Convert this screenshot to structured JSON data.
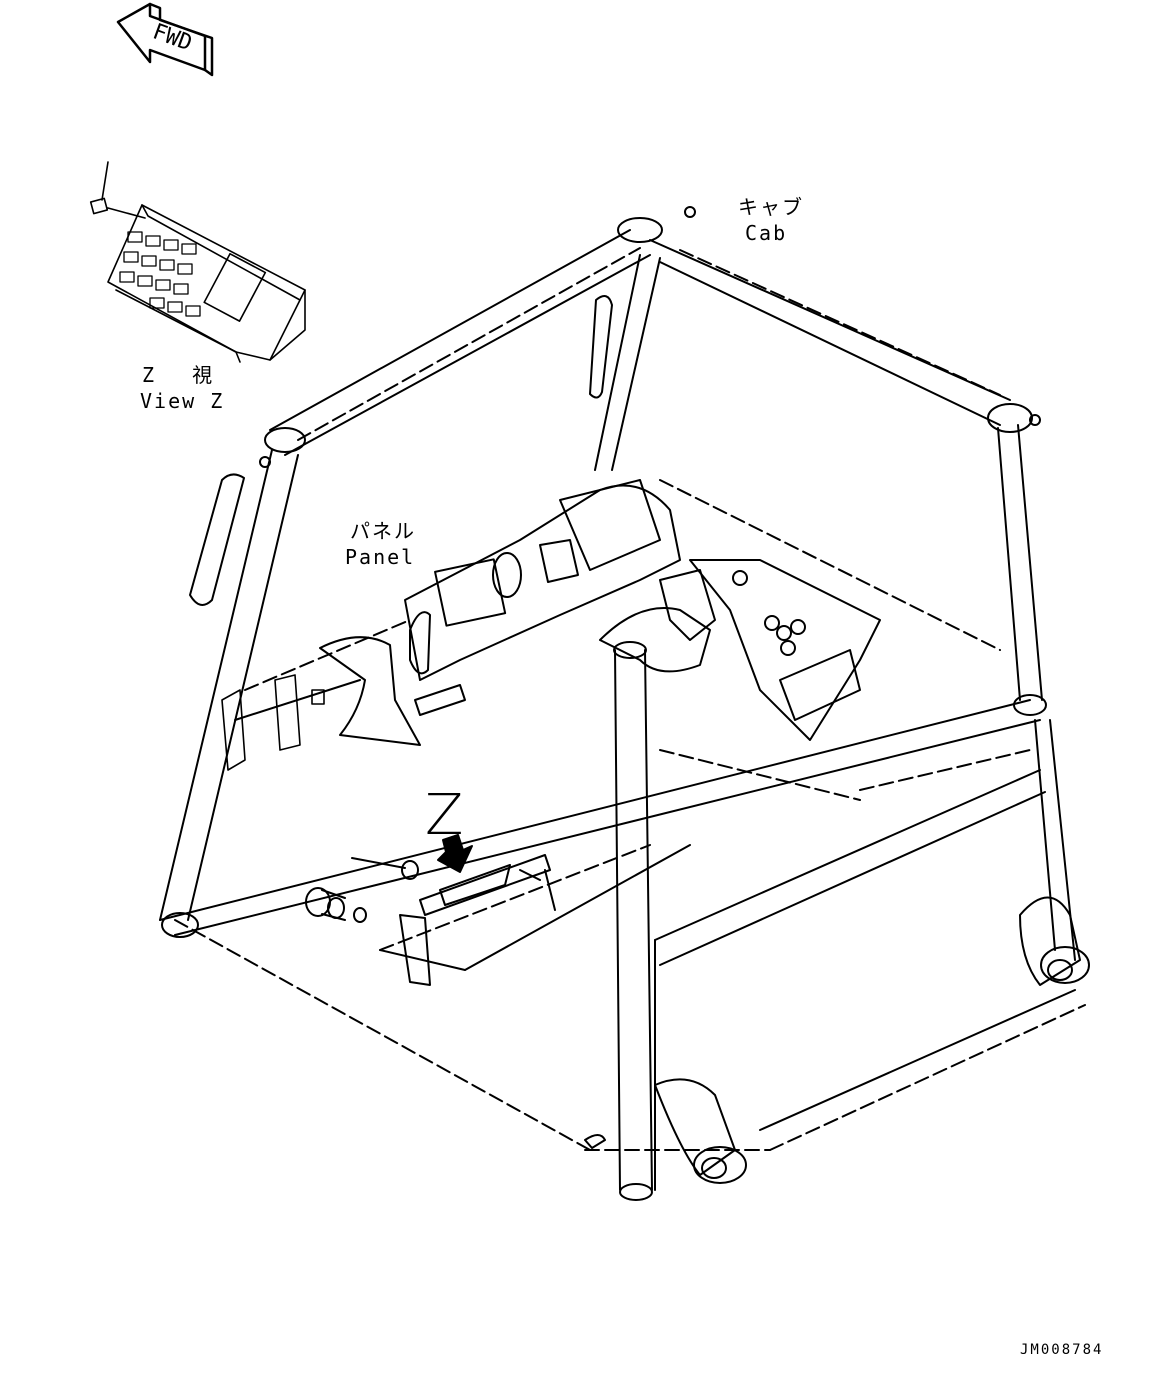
{
  "fwd_marker": {
    "text": "FWD"
  },
  "labels": {
    "cab_jp": "キャブ",
    "cab_en": "Cab",
    "panel_jp": "パネル",
    "panel_en": "Panel",
    "view_jp": "Z 視",
    "view_en": "View Z",
    "view_pointer": "Z"
  },
  "document_id": "JM008784",
  "colors": {
    "line": "#000000",
    "background": "#ffffff"
  }
}
